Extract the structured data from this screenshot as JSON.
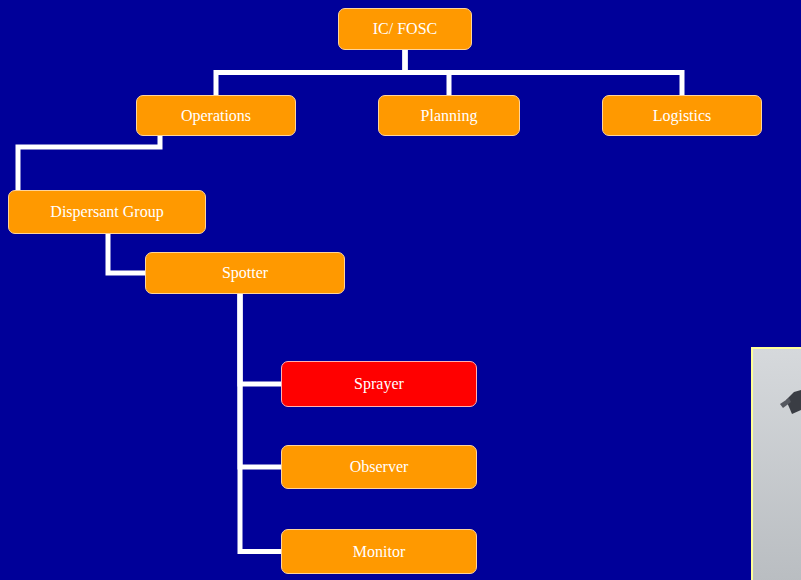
{
  "diagram": {
    "nodes": [
      {
        "text": [
          "IC/ FOSC"
        ]
      },
      {
        "text": [
          "Operations"
        ]
      },
      {
        "text": [
          "Planning"
        ]
      },
      {
        "text": [
          "Logistics"
        ]
      },
      {
        "text": [
          "Dispersant Group"
        ]
      },
      {
        "text": [
          "Spotter"
        ]
      },
      {
        "text": [
          "Sprayer"
        ]
      },
      {
        "text": [
          "Observer"
        ]
      },
      {
        "text": [
          "Monitor"
        ]
      }
    ],
    "edges": [
      {
        "from": 0,
        "to": 1,
        "arrow": "none"
      },
      {
        "from": 0,
        "to": 2,
        "arrow": "none"
      },
      {
        "from": 0,
        "to": 3,
        "arrow": "none"
      },
      {
        "from": 1,
        "to": 4,
        "arrow": "none"
      },
      {
        "from": 4,
        "to": 5,
        "arrow": "none"
      },
      {
        "from": 5,
        "to": 6,
        "arrow": "none"
      },
      {
        "from": 5,
        "to": 7,
        "arrow": "none"
      },
      {
        "from": 5,
        "to": 8,
        "arrow": "none"
      }
    ]
  }
}
